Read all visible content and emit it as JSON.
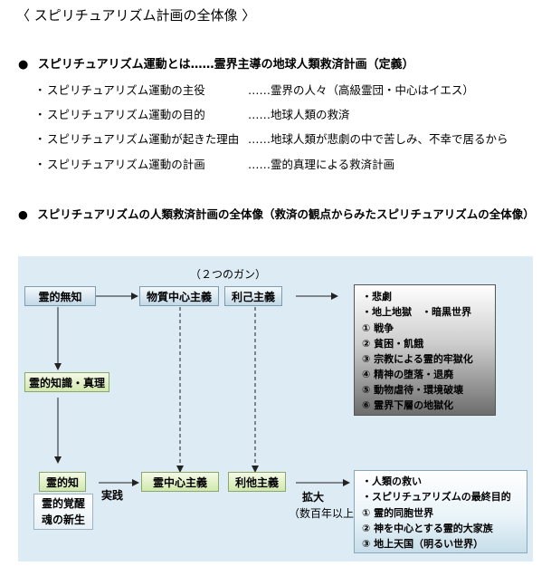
{
  "title": "〈 スピリチュアリズム計画の全体像 〉",
  "section1": {
    "marker": "●",
    "heading": "スピリチュアリズム運動とは……霊界主導の地球人類救済計画（定義）",
    "rows": [
      {
        "dot": "・",
        "label": "スピリチュアリズム運動の主役",
        "value": "……霊界の人々（高級霊団・中心はイエス）"
      },
      {
        "dot": "・",
        "label": "スピリチュアリズム運動の目的",
        "value": "……地球人類の救済"
      },
      {
        "dot": "・",
        "label": "スピリチュアリズム運動が起きた理由",
        "value": "……地球人類が悲劇の中で苦しみ、不幸で居るから"
      },
      {
        "dot": "・",
        "label": "スピリチュアリズム運動の計画",
        "value": "……霊的真理による救済計画"
      }
    ]
  },
  "section2": {
    "marker": "●",
    "heading": "スピリチュアリズムの人類救済計画の全体像（救済の観点からみたスピリチュアリズムの全体像）"
  },
  "diagram": {
    "gan_label": "（２つのガン）",
    "nodes": {
      "spiritual_ignorance": "霊的無知",
      "materialism": "物質中心主義",
      "egoism": "利己主義",
      "spiritual_knowledge": "霊的知識・真理",
      "spiritual_knowing": "霊的知",
      "spiritual_awakening_1": "霊的覚醒",
      "spiritual_awakening_2": "魂の新生",
      "spirit_centrism": "霊中心主義",
      "altruism": "利他主義"
    },
    "practice_label": "実践",
    "expand_label_1": "拡大",
    "expand_label_2": "（数百年以上）",
    "tragedy_items": [
      "・悲劇",
      "・地上地獄　・暗黒世界",
      "① 戦争",
      "② 貧困・飢餓",
      "③ 宗教による霊的牢獄化",
      "④ 精神の堕落・退廃",
      "⑤ 動物虐待・環境破壊",
      "⑥ 霊界下層の地獄化"
    ],
    "salvation_items": [
      "・人類の救い",
      "・スピリチュアリズムの最終目的",
      "① 霊的同胞世界",
      "② 神を中心とする霊的大家族",
      "③ 地上天国（明るい世界）"
    ]
  }
}
